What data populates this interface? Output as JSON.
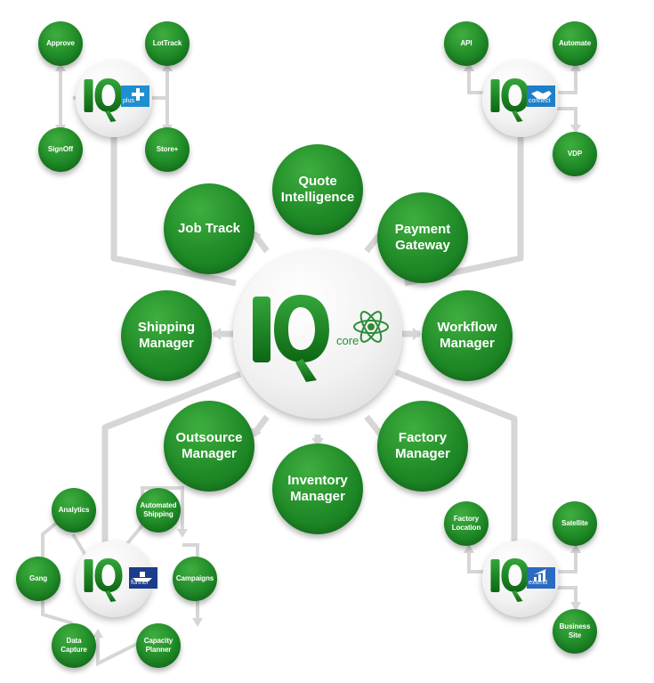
{
  "colors": {
    "node_green": "#1f8a27",
    "connector_gray": "#d6d6d6",
    "hub_white": "#f1f1f1",
    "plus_blue": "#1e8fd0",
    "connect_blue": "#1e7fc8",
    "further_navy": "#1c3c8c",
    "extend_blue": "#2a6ac0"
  },
  "core": {
    "badge_label": "core",
    "modules": [
      {
        "label": "Quote\nIntelligence"
      },
      {
        "label": "Job Track"
      },
      {
        "label": "Payment\nGateway"
      },
      {
        "label": "Shipping\nManager"
      },
      {
        "label": "Workflow\nManager"
      },
      {
        "label": "Outsource\nManager"
      },
      {
        "label": "Factory\nManager"
      },
      {
        "label": "Inventory\nManager"
      }
    ]
  },
  "plus": {
    "badge_label": "plus",
    "badge_icon": "plus-icon",
    "items": [
      "Approve",
      "LotTrack",
      "SignOff",
      "Store+"
    ]
  },
  "connect": {
    "badge_label": "connect",
    "badge_icon": "handshake-icon",
    "items": [
      "API",
      "Automate",
      "VDP"
    ]
  },
  "further": {
    "badge_label": "further",
    "badge_icon": "ship-icon",
    "items": [
      "Analytics",
      "Automated\nShipping",
      "Gang",
      "Campaigns",
      "Data\nCapture",
      "Capacity\nPlanner"
    ]
  },
  "extend": {
    "badge_label": "extend",
    "badge_icon": "growth-chart-icon",
    "items": [
      "Factory\nLocation",
      "Satellite",
      "Business\nSite"
    ]
  }
}
